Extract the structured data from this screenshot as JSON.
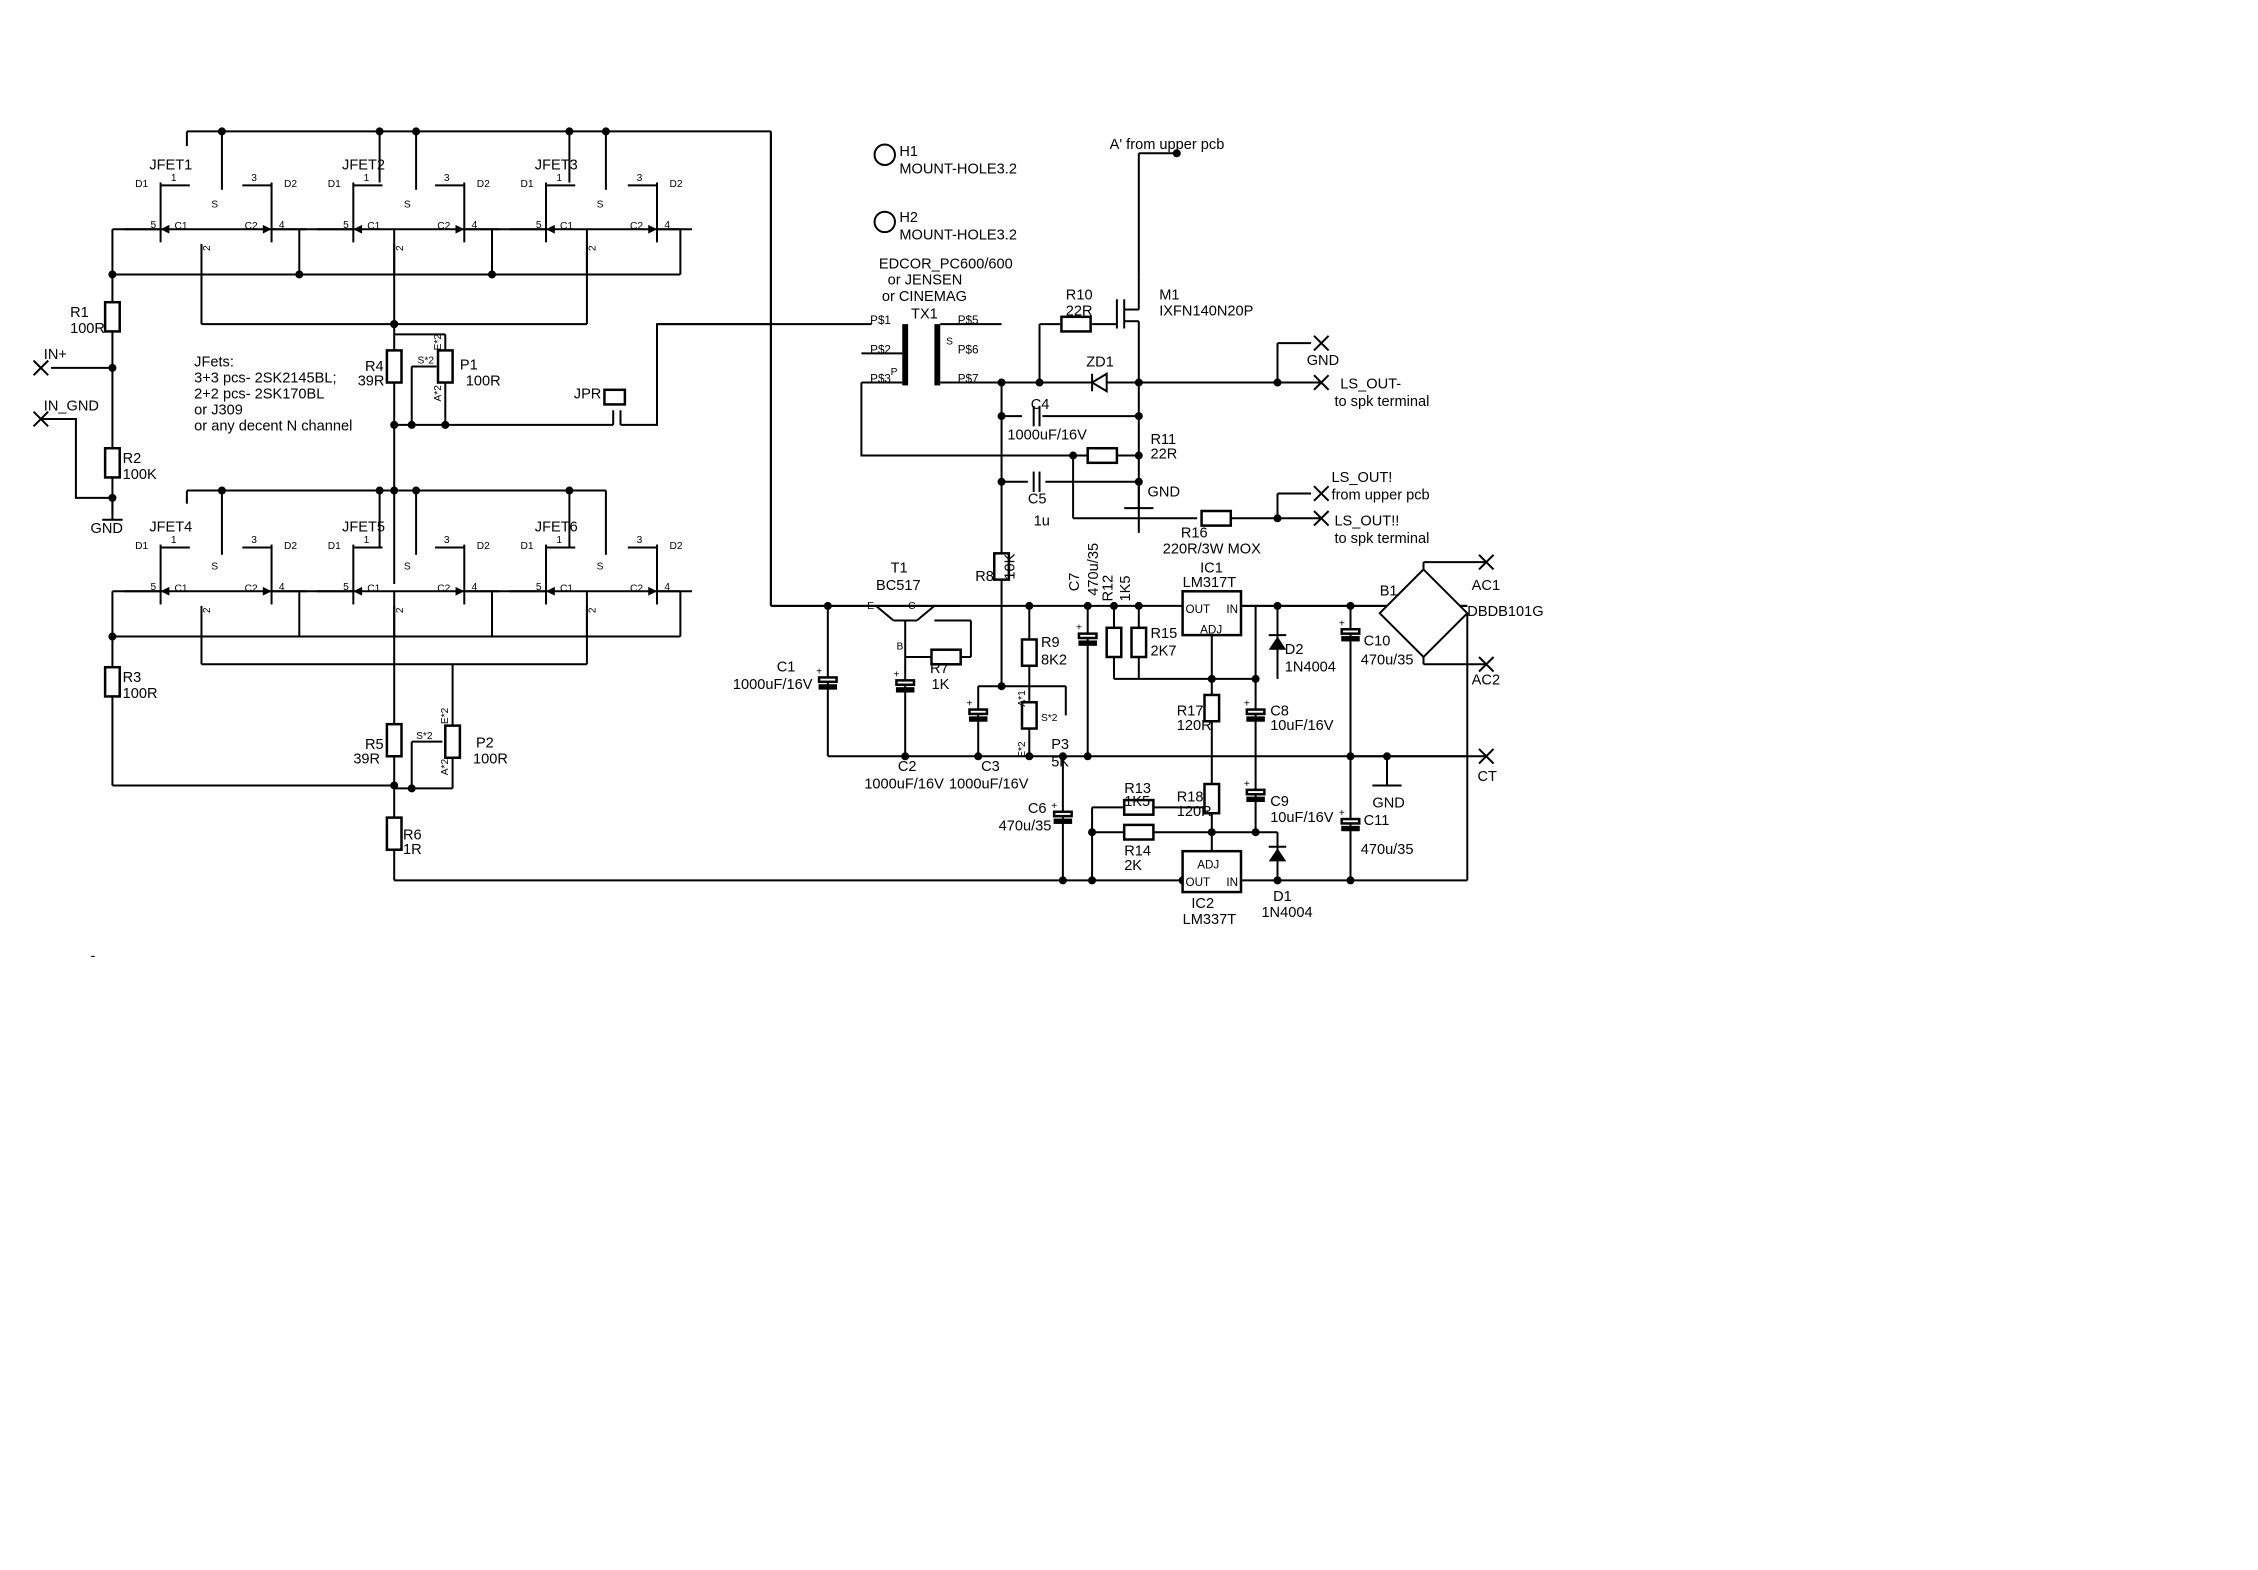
{
  "jfet_note": [
    "JFets:",
    "3+3 pcs- 2SK2145BL;",
    "2+2 pcs- 2SK170BL",
    "or J309",
    "or any decent N channel"
  ],
  "pin_text": {
    "d1": "D1",
    "d2": "D2",
    "s": "S",
    "c1": "C1",
    "c2": "C2",
    "p1": "1",
    "p2": "2",
    "p3": "3",
    "p4": "4",
    "p5": "5"
  },
  "jfets": [
    {
      "ref": "JFET1"
    },
    {
      "ref": "JFET2"
    },
    {
      "ref": "JFET3"
    },
    {
      "ref": "JFET4"
    },
    {
      "ref": "JFET5"
    },
    {
      "ref": "JFET6"
    }
  ],
  "ports": {
    "in_plus": "IN+",
    "in_gnd": "IN_GND",
    "gnd": "GND",
    "ls_out_minus": "LS_OUT-",
    "to_spk": "to spk terminal",
    "ls_out_excl": "LS_OUT!",
    "from_upper": "from upper pcb",
    "ls_out_dbl": "LS_OUT!!",
    "ac1": "AC1",
    "ac2": "AC2",
    "ct": "CT",
    "a_from_upper": "A' from upper pcb",
    "dash": "-"
  },
  "mounts": [
    {
      "ref": "H1",
      "val": "MOUNT-HOLE3.2"
    },
    {
      "ref": "H2",
      "val": "MOUNT-HOLE3.2"
    }
  ],
  "transformer": {
    "line1": "EDCOR_PC600/600",
    "line2": "or JENSEN",
    "line3": "or CINEMAG",
    "ref": "TX1",
    "pins": [
      "P$1",
      "P$2",
      "P$3",
      "P$5",
      "P$6",
      "P$7"
    ],
    "p": "P",
    "s": "S"
  },
  "pot_pins": {
    "s": "S*2",
    "e": "E*2",
    "a": "A*2",
    "a1": "A*1"
  },
  "parts": {
    "R1": [
      "R1",
      "100R"
    ],
    "R2": [
      "R2",
      "100K"
    ],
    "R3": [
      "R3",
      "100R"
    ],
    "R4": [
      "R4",
      "39R"
    ],
    "R5": [
      "R5",
      "39R"
    ],
    "R6": [
      "R6",
      "1R"
    ],
    "R7": [
      "R7",
      "1K"
    ],
    "R8": [
      "R8",
      "10K"
    ],
    "R9": [
      "R9",
      "8K2"
    ],
    "R10": [
      "R10",
      "22R"
    ],
    "R11": [
      "R11",
      "22R"
    ],
    "R12": [
      "R12",
      "1K5"
    ],
    "R13": [
      "R13",
      "1K5"
    ],
    "R14": [
      "R14",
      "2K"
    ],
    "R15": [
      "R15",
      "2K7"
    ],
    "R16": [
      "R16",
      "220R/3W MOX"
    ],
    "R17": [
      "R17",
      "120R"
    ],
    "R18": [
      "R18",
      "120R"
    ],
    "P1": [
      "P1",
      "100R"
    ],
    "P2": [
      "P2",
      "100R"
    ],
    "P3": [
      "P3",
      "5K"
    ],
    "C1": [
      "C1",
      "1000uF/16V"
    ],
    "C2": [
      "C2",
      "1000uF/16V"
    ],
    "C3": [
      "C3",
      "1000uF/16V"
    ],
    "C4": [
      "C4",
      "1000uF/16V"
    ],
    "C5": [
      "C5",
      "1u"
    ],
    "C6": [
      "C6",
      "470u/35"
    ],
    "C7": [
      "C7",
      "470u/35"
    ],
    "C8": [
      "C8",
      "10uF/16V"
    ],
    "C9": [
      "C9",
      "10uF/16V"
    ],
    "C10": [
      "C10",
      "470u/35"
    ],
    "C11": [
      "C11",
      "470u/35"
    ],
    "T1": [
      "T1",
      "BC517"
    ],
    "M1": [
      "M1",
      "IXFN140N20P"
    ],
    "ZD1": [
      "ZD1",
      ""
    ],
    "JPR": [
      "JPR",
      ""
    ],
    "D1": [
      "D1",
      "1N4004"
    ],
    "D2": [
      "D2",
      "1N4004"
    ],
    "B1": [
      "B1",
      "DBDB101G"
    ],
    "IC1": [
      "IC1",
      "LM317T"
    ],
    "IC2": [
      "IC2",
      "LM337T"
    ]
  },
  "ic_pins": {
    "out": "OUT",
    "in": "IN",
    "adj": "ADJ"
  },
  "t1_pins": {
    "e": "E",
    "c": "C",
    "b": "B"
  }
}
